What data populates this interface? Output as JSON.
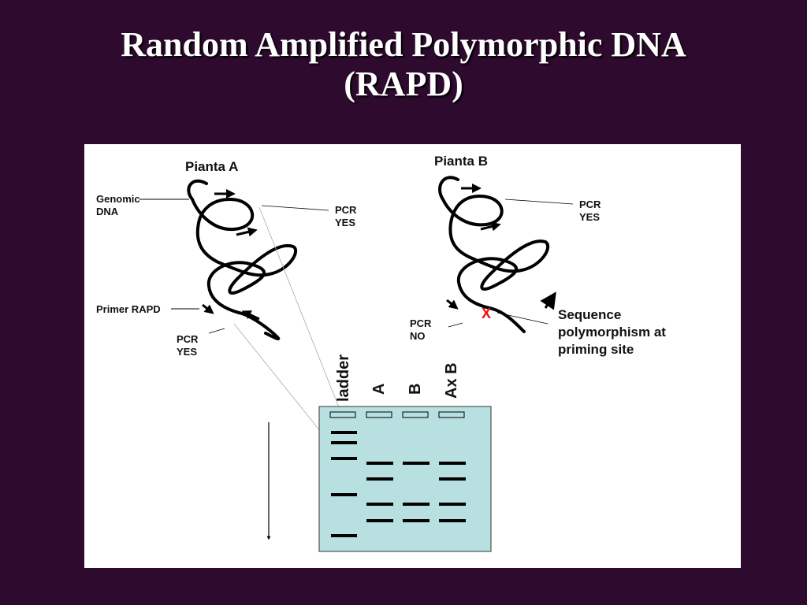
{
  "title": {
    "line1": "Random Amplified Polymorphic DNA",
    "line2": "(RAPD)"
  },
  "plant_a": {
    "name": "Pianta A",
    "genomic_dna": [
      "Genomic",
      "DNA"
    ],
    "primer": "Primer RAPD",
    "pcr_top": [
      "PCR",
      "YES"
    ],
    "pcr_bottom": [
      "PCR",
      "YES"
    ]
  },
  "plant_b": {
    "name": "Pianta B",
    "pcr_top": [
      "PCR",
      "YES"
    ],
    "pcr_bottom": [
      "PCR",
      "NO"
    ],
    "mismatch_mark": "X",
    "polymorphism_note": [
      "Sequence",
      "polymorphism at",
      "priming site"
    ]
  },
  "gel": {
    "lanes": [
      "ladder",
      "A",
      "B",
      "Ax B"
    ],
    "colors": {
      "gel": "#b8e0e0",
      "band": "#000000",
      "background": "#2e0a2e",
      "mismatch": "#ee1111"
    }
  }
}
